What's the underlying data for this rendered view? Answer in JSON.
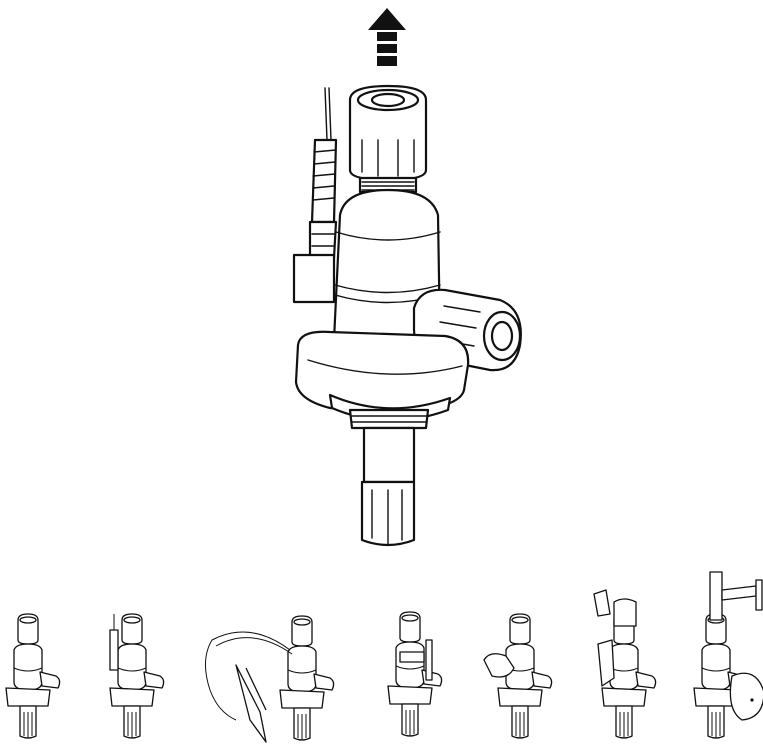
{
  "figure": {
    "direction_indicator": "arrow-up",
    "main_component": "valve-assembly-isometric",
    "variants": [
      "valve-variant-basic",
      "valve-variant-with-sensor-wire",
      "valve-variant-with-clip-cable",
      "valve-variant-with-antenna",
      "valve-variant-with-plug",
      "valve-variant-with-handle",
      "valve-variant-with-float-pipe"
    ],
    "colors": {
      "ink": "#111111",
      "paper": "#ffffff"
    }
  }
}
